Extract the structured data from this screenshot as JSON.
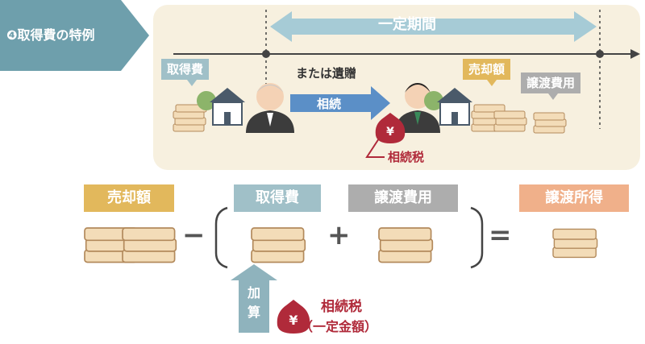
{
  "header": {
    "title": "❹取得費の特例"
  },
  "timeline": {
    "period_label": "一定期間",
    "acquisition_cost_label": "取得費",
    "bequest_label": "または遺贈",
    "inheritance_label": "相続",
    "sale_price_label": "売却額",
    "transfer_cost_label": "譲渡費用",
    "inheritance_tax_label": "相続税"
  },
  "formula": {
    "sale_price": "売却額",
    "minus": "−",
    "acquisition_cost": "取得費",
    "plus": "+",
    "transfer_cost": "譲渡費用",
    "equals": "=",
    "transfer_income": "譲渡所得",
    "addition": "加算",
    "inheritance_tax": "相続税",
    "fixed_amount": "（一定金額）"
  },
  "icons": {
    "yen_symbol": "¥"
  },
  "colors": {
    "tab": "#6e9fac",
    "panel": "#f7f0df",
    "acquisition": "#a0c0c8",
    "sale": "#e2b85c",
    "transfer": "#adadad",
    "income": "#f0b08a",
    "inheritance_arrow": "#5b8fc7",
    "tax_red": "#b02a3a"
  }
}
